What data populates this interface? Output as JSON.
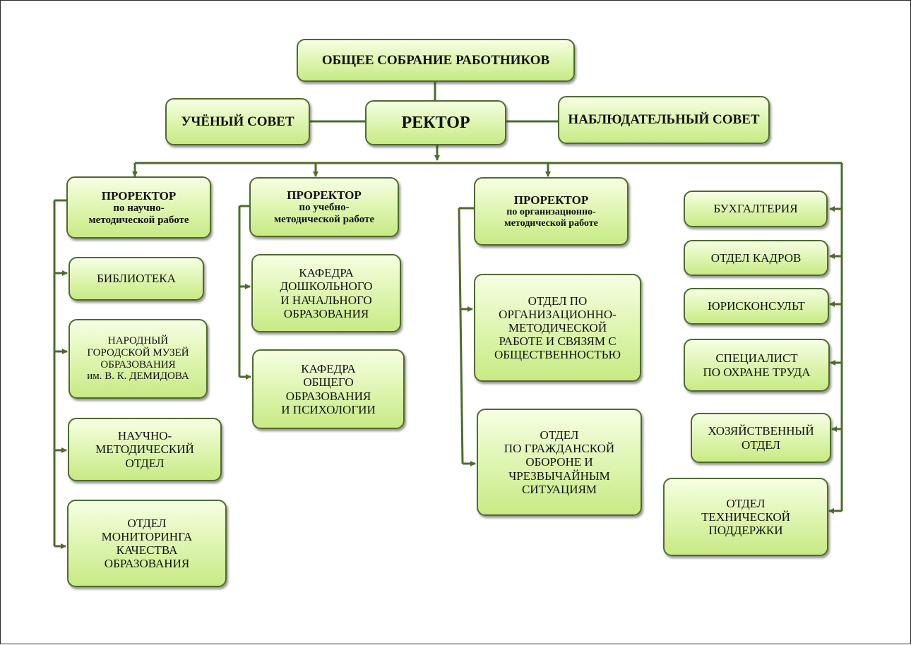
{
  "top": {
    "general_meeting": "ОБЩЕЕ СОБРАНИЕ РАБОТНИКОВ",
    "rector": "РЕКТОР",
    "academic_council": "УЧЁНЫЙ СОВЕТ",
    "supervisory_board": "НАБЛЮДАТЕЛЬНЫЙ СОВЕТ"
  },
  "col1": {
    "head": {
      "title": "ПРОРЕКТОР",
      "line1": "по научно-",
      "line2": "методической работе"
    },
    "library": "БИБЛИОТЕКА",
    "museum": [
      "НАРОДНЫЙ",
      "ГОРОДСКОЙ МУЗЕЙ",
      "ОБРАЗОВАНИЯ",
      "им. В. К. ДЕМИДОВА"
    ],
    "sci_method": [
      "НАУЧНО-",
      "МЕТОДИЧЕСКИЙ",
      "ОТДЕЛ"
    ],
    "monitoring": [
      "ОТДЕЛ",
      "МОНИТОРИНГА",
      "КАЧЕСТВА",
      "ОБРАЗОВАНИЯ"
    ]
  },
  "col2": {
    "head": {
      "title": "ПРОРЕКТОР",
      "line1": "по учебно-",
      "line2": "методической работе"
    },
    "dept_preschool": [
      "КАФЕДРА",
      "ДОШКОЛЬНОГО",
      "И НАЧАЛЬНОГО",
      "ОБРАЗОВАНИЯ"
    ],
    "dept_general": [
      "КАФЕДРА",
      "ОБЩЕГО",
      "ОБРАЗОВАНИЯ",
      "И ПСИХОЛОГИИ"
    ]
  },
  "col3": {
    "head": {
      "title": "ПРОРЕКТОР",
      "line1": "по организационно-",
      "line2": "методической работе"
    },
    "org_dept": [
      "ОТДЕЛ ПО",
      "ОРГАНИЗАЦИОННО-",
      "МЕТОДИЧЕСКОЙ",
      "РАБОТЕ И СВЯЗЯМ С",
      "ОБЩЕСТВЕННОСТЬЮ"
    ],
    "civil_dept": [
      "ОТДЕЛ",
      "ПО ГРАЖДАНСКОЙ",
      "ОБОРОНЕ И",
      "ЧРЕЗВЫЧАЙНЫМ",
      "СИТУАЦИЯМ"
    ]
  },
  "col4": {
    "accounting": "БУХГАЛТЕРИЯ",
    "hr": "ОТДЕЛ КАДРОВ",
    "legal": "ЮРИСКОНСУЛЬТ",
    "safety": [
      "СПЕЦИАЛИСТ",
      "ПО ОХРАНЕ ТРУДА"
    ],
    "household": [
      "ХОЗЯЙСТВЕННЫЙ",
      "ОТДЕЛ"
    ],
    "tech": [
      "ОТДЕЛ",
      "ТЕХНИЧЕСКОЙ",
      "ПОДДЕРЖКИ"
    ]
  },
  "colors": {
    "box_border": "#4e6b2c",
    "connector": "#4e6b2c",
    "box_fill": "#dcf4ac"
  }
}
